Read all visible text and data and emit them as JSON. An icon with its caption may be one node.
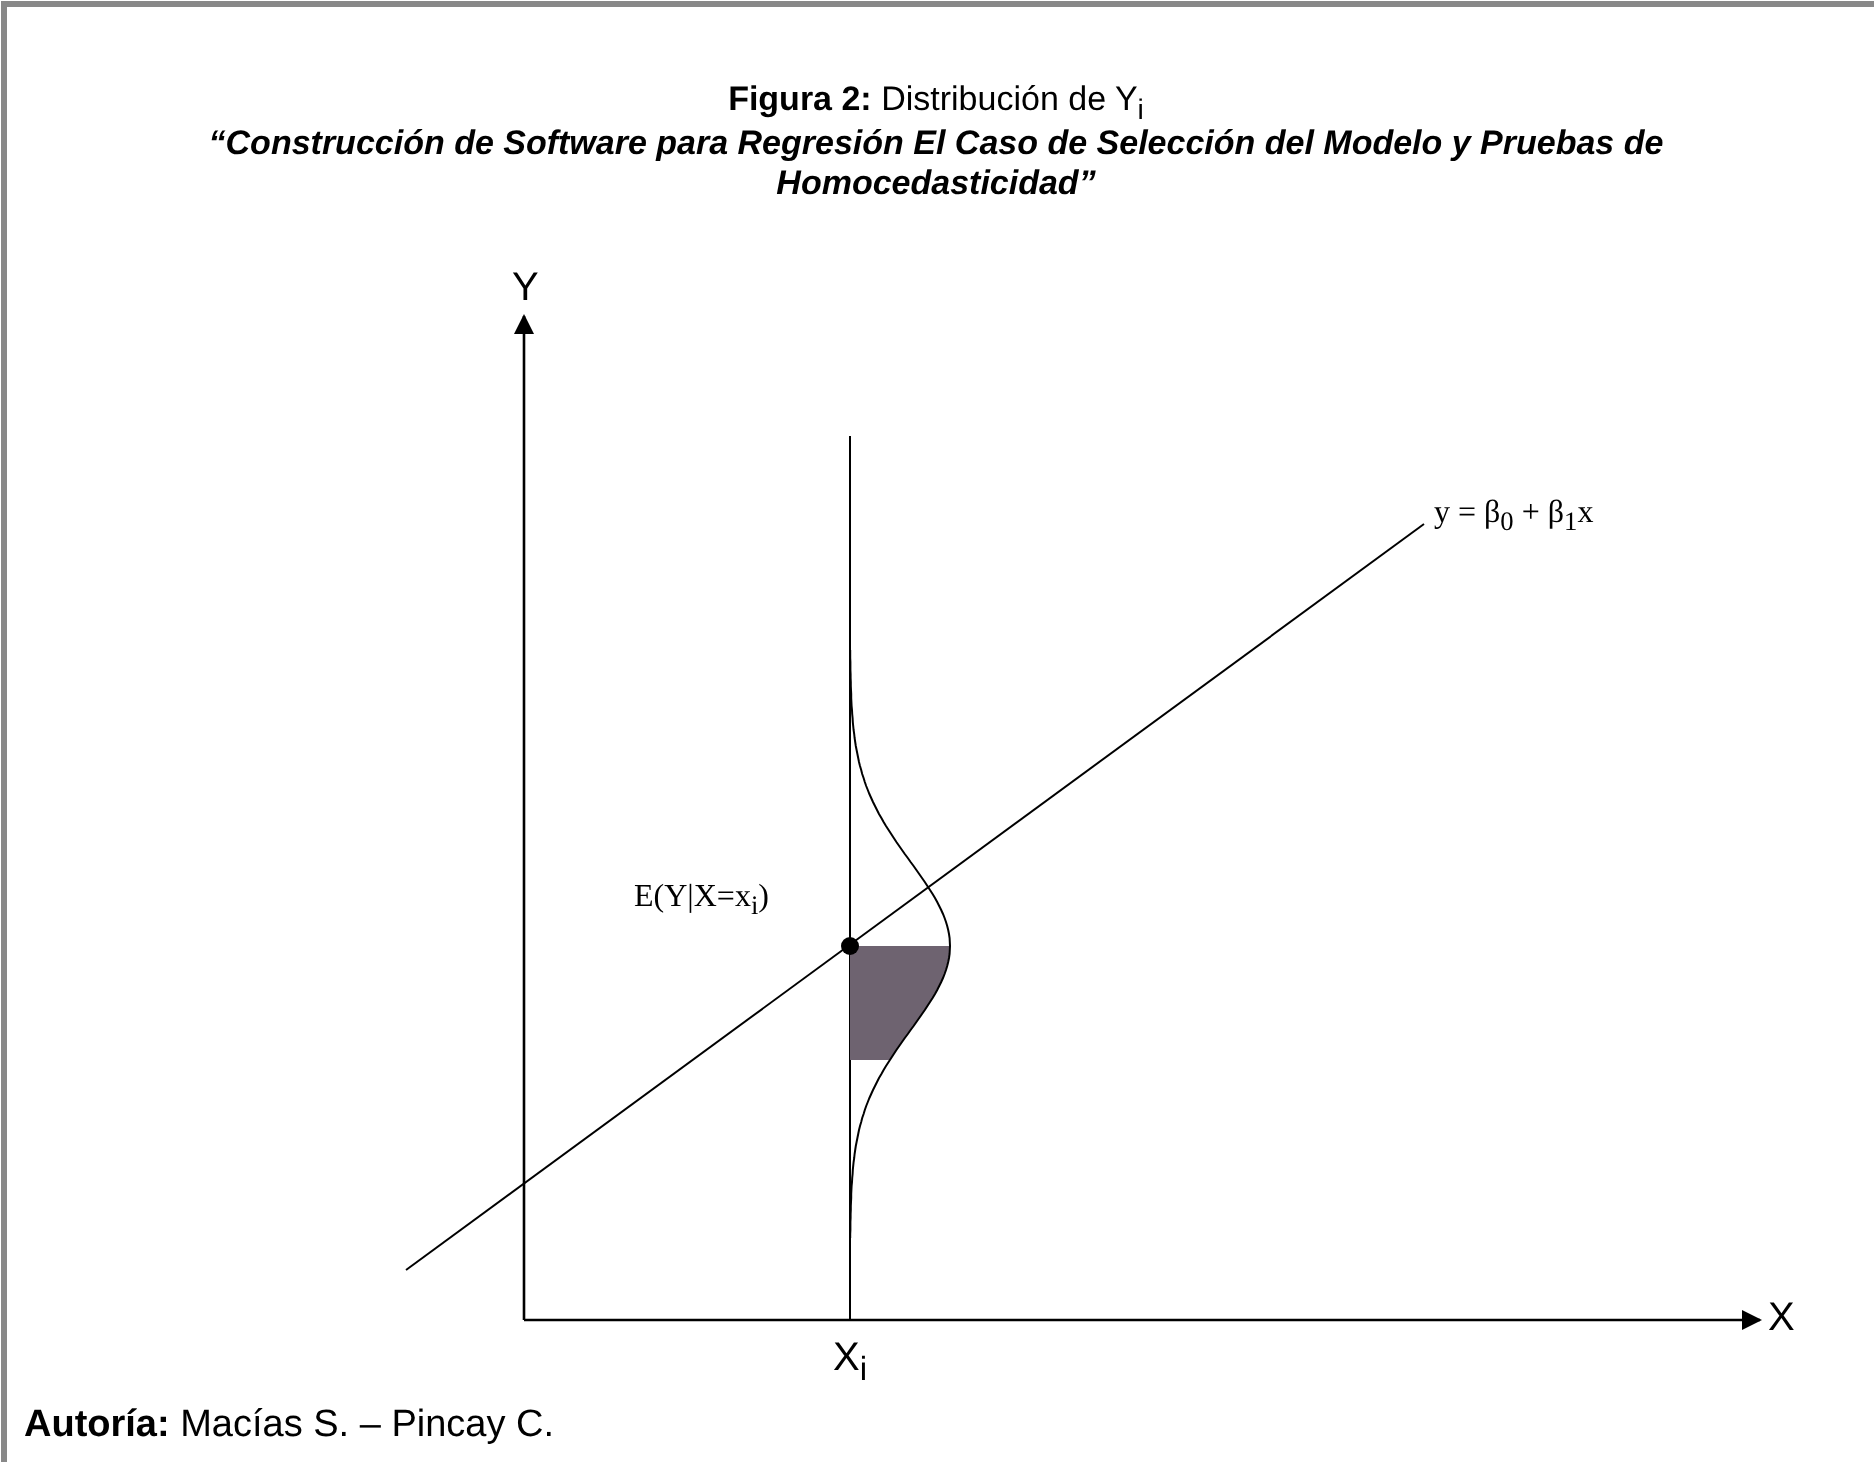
{
  "diagram": {
    "title": "**Figura 2:** Distribución de Y$_{i}$",
    "caption": "**Autoría:** Macías S. – Pincay C.",
    "labels": [
      "“Construcción de Software para Regresión El Caso de Selección del Modelo y Pruebas de Homocedasticidad”",
      "Y",
      "y = β$_{0}$ + β$_{1}$x",
      "E(Y|X=x$_{i}$)",
      "X",
      "X$_{i}$"
    ]
  }
}
